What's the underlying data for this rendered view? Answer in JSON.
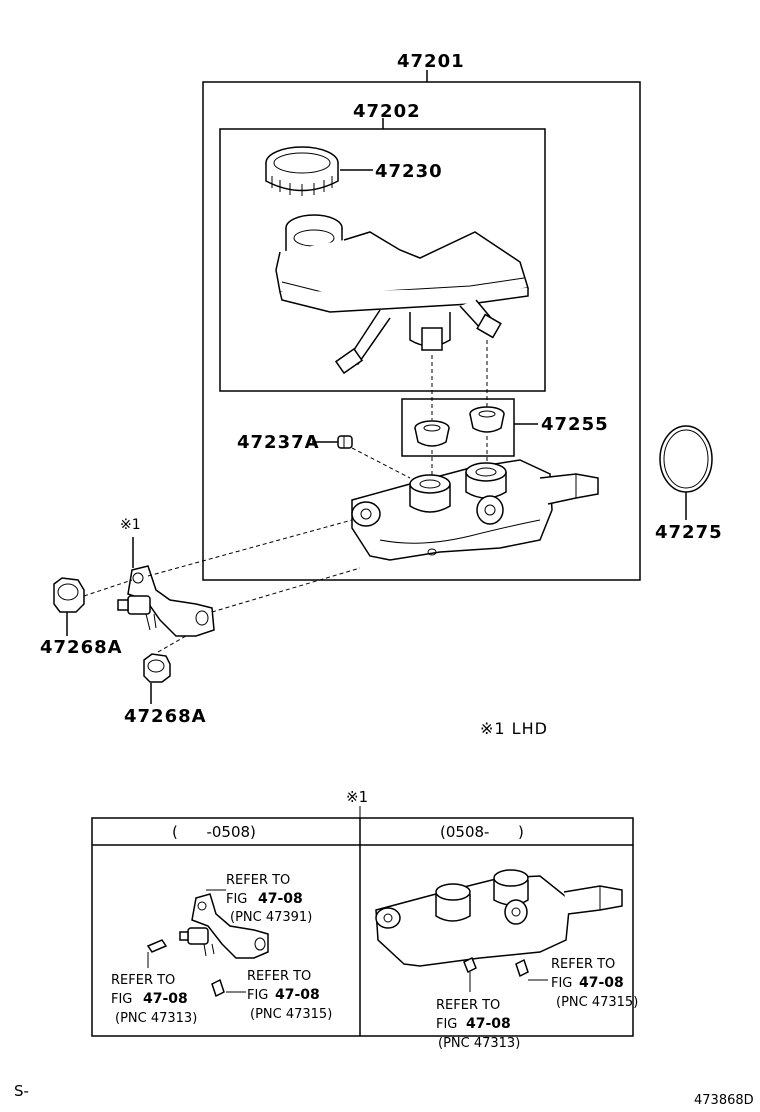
{
  "parts": {
    "p47201": "47201",
    "p47202": "47202",
    "p47230": "47230",
    "p47255": "47255",
    "p47237A": "47237A",
    "p47275": "47275",
    "p47268A_left": "47268A",
    "p47268A_bottom": "47268A"
  },
  "notes": {
    "mark1_small": "※1",
    "lhd_note": "※1  LHD",
    "mark1_table": "※1"
  },
  "table": {
    "col_left_header": "(      -0508)",
    "col_right_header": "(0508-      )",
    "left_refs": [
      {
        "l1": "REFER TO",
        "fig": "FIG",
        "num": "47-08",
        "pnc": "(PNC 47391)"
      },
      {
        "l1": "REFER TO",
        "fig": "FIG",
        "num": "47-08",
        "pnc": "(PNC 47313)"
      },
      {
        "l1": "REFER TO",
        "fig": "FIG",
        "num": "47-08",
        "pnc": "(PNC 47315)"
      }
    ],
    "right_refs": [
      {
        "l1": "REFER TO",
        "fig": "FIG",
        "num": "47-08",
        "pnc": "(PNC 47315)"
      },
      {
        "l1": "REFER TO",
        "fig": "FIG",
        "num": "47-08",
        "pnc": "(PNC 47313)"
      }
    ]
  },
  "footer": {
    "left": "S-",
    "right": "473868D"
  }
}
